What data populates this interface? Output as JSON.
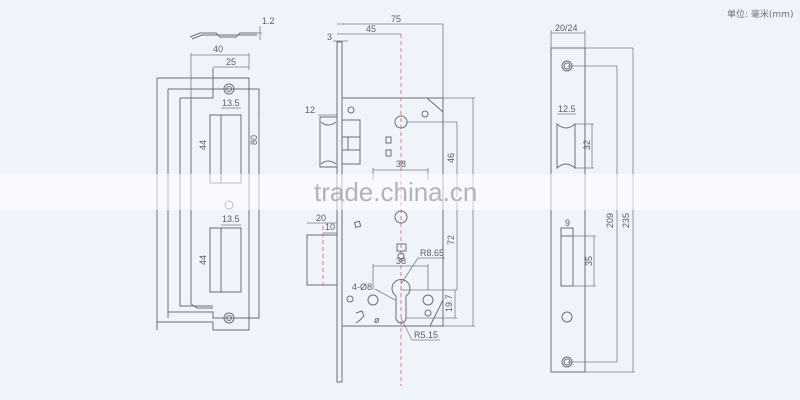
{
  "unit_label": "单位: 毫米(mm)",
  "watermark": "trade.china.cn",
  "colors": {
    "background": "#eff4fb",
    "line": "#6b6f75",
    "centerline": "#e07a84",
    "text": "#5a5e64"
  },
  "strike_plate": {
    "thickness": "1.2",
    "width_outer": "40",
    "width_inner": "25",
    "slot_width_top": "13.5",
    "slot_height_top": "44",
    "slot_spacing": "80",
    "slot_width_bottom": "13.5",
    "slot_height_bottom": "44"
  },
  "lock_body": {
    "overall_width": "75",
    "backset": "45",
    "faceplate_thickness": "3",
    "latch_projection": "12",
    "bolt_projection": "20",
    "bolt_half": "10",
    "handle_distance": "38",
    "cylinder_distance": "38",
    "handle_to_cylinder": "72",
    "top_to_handle": "46",
    "cylinder_radius_top": "R8.65",
    "cylinder_radius_bottom": "R5.15",
    "cylinder_offset": "19.7",
    "mounting_holes": "4-Ø8"
  },
  "faceplate": {
    "width": "20/24",
    "latch_width": "12.5",
    "latch_height": "32",
    "bolt_offset": "9",
    "bolt_height": "35",
    "hole_spacing": "209",
    "overall_length": "235"
  }
}
